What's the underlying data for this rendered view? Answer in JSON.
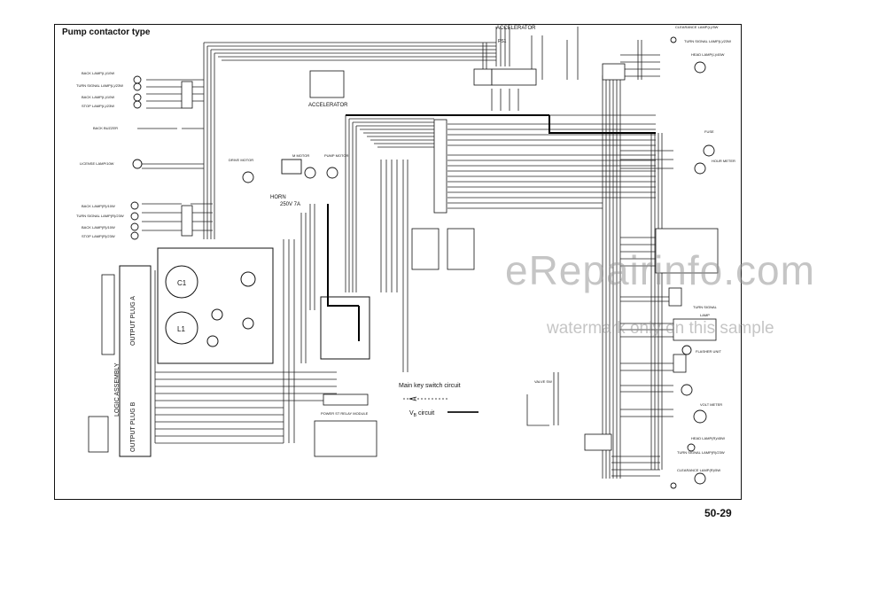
{
  "title": "Pump contactor type",
  "page_number": "50-29",
  "watermark": {
    "main": "eRepairinfo.com",
    "sub": "watermark only on this sample"
  },
  "labels": {
    "accelerator_top": "ACCELERATOR",
    "ps1": "PS1",
    "accelerator_conn": "ACCELERATOR",
    "drive_motor": "DRIVE MOTOR",
    "m_motor": "M MOTOR",
    "pump_motor": "PUMP MOTOR",
    "horn": "HORN",
    "fuse_rating": "250V 7A",
    "c1": "C1",
    "l1": "L1",
    "output_plug_a": "OUTPUT PLUG A",
    "output_plug_b": "OUTPUT PLUG B",
    "logic_assembly": "LOGIC ASSEMBLY",
    "power_relay": "POWER ST RELAY MODULE",
    "key_switch_circuit": "Main key switch circuit",
    "vb_circuit_main": "V",
    "vb_circuit_sub": "B",
    "vb_circuit_rest": " circuit",
    "fuse": "FUSE",
    "hour_meter": "HOUR METER",
    "turn_signal": "TURN SIGNAL",
    "lamp": "LAMP",
    "flasher_unit": "FLASHER UNIT",
    "volt_meter": "VOLT METER",
    "valve": "VALVE SW",
    "clearance_top": "CLEARANCE LAMP(L)/5W",
    "turn_signal_top": "TURN SIGNAL LAMP(L)/23W",
    "head_lamp_top": "HEAD LAMP(L)/45W",
    "head_lamp_bottom": "HEAD LAMP(R)/45W",
    "turn_signal_bottom": "TURN SIGNAL LAMP(R)/23W",
    "clearance_bottom": "CLEARANCE LAMP(R)/5W",
    "back_lamp_top": "BACK LAMP(L)/10W",
    "turn_signal_left_top": "TURN SIGNAL LAMP(L)/23W",
    "back_lamp_2": "BACK LAMP(L)/10W",
    "stop_lamp_top": "STOP LAMP(L)/23W",
    "back_buzzer": "BACK BUZZER",
    "license_lamp": "LICENSE LAMP/10W",
    "back_lamp_bottom": "BACK LAMP(R)/10W",
    "turn_signal_left_bottom": "TURN SIGNAL LAMP(R)/23W",
    "back_lamp_4": "BACK LAMP(R)/10W",
    "stop_lamp_bottom": "STOP LAMP(R)/23W"
  }
}
